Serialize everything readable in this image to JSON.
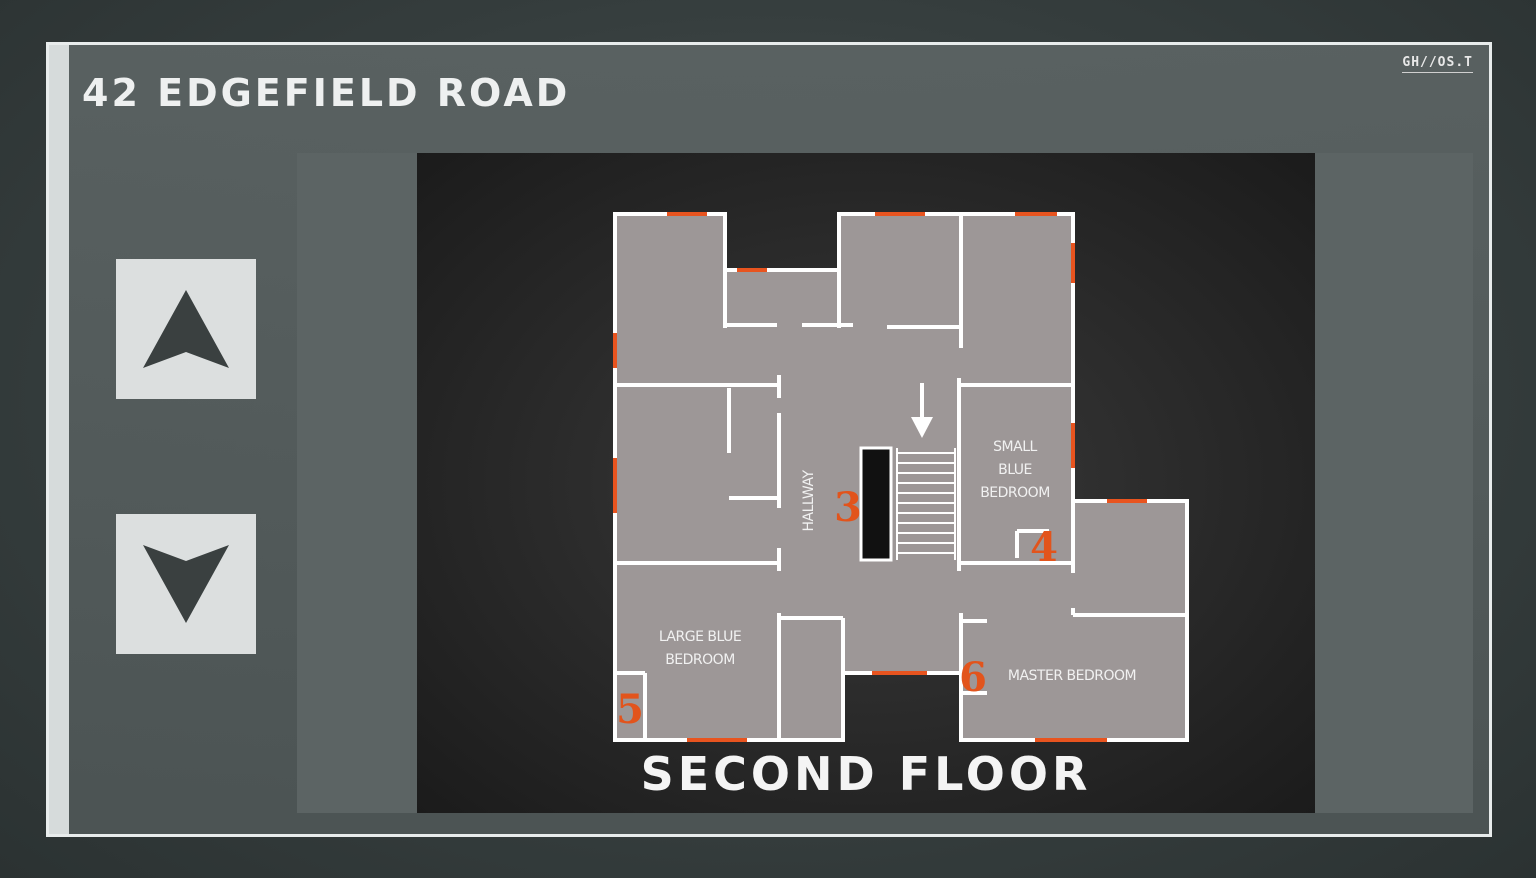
{
  "title": "42 EDGEFIELD ROAD",
  "logo": "GH//OS.T",
  "floor_label": "SECOND FLOOR",
  "rooms": {
    "small_blue_bedroom": [
      "SMALL",
      "BLUE",
      "BEDROOM"
    ],
    "large_blue_bedroom": [
      "LARGE BLUE",
      "BEDROOM"
    ],
    "master_bedroom": "MASTER BEDROOM",
    "hallway": "HALLWAY"
  },
  "markers": [
    "3",
    "4",
    "5",
    "6"
  ],
  "icons": {
    "up": "up-arrow-icon",
    "down": "down-arrow-icon",
    "stairs": "stairs-down-arrow-icon"
  },
  "colors": {
    "floor": "#9d9797",
    "wall": "#ffffff",
    "door": "#e8541f",
    "marker": "#e2541c"
  }
}
